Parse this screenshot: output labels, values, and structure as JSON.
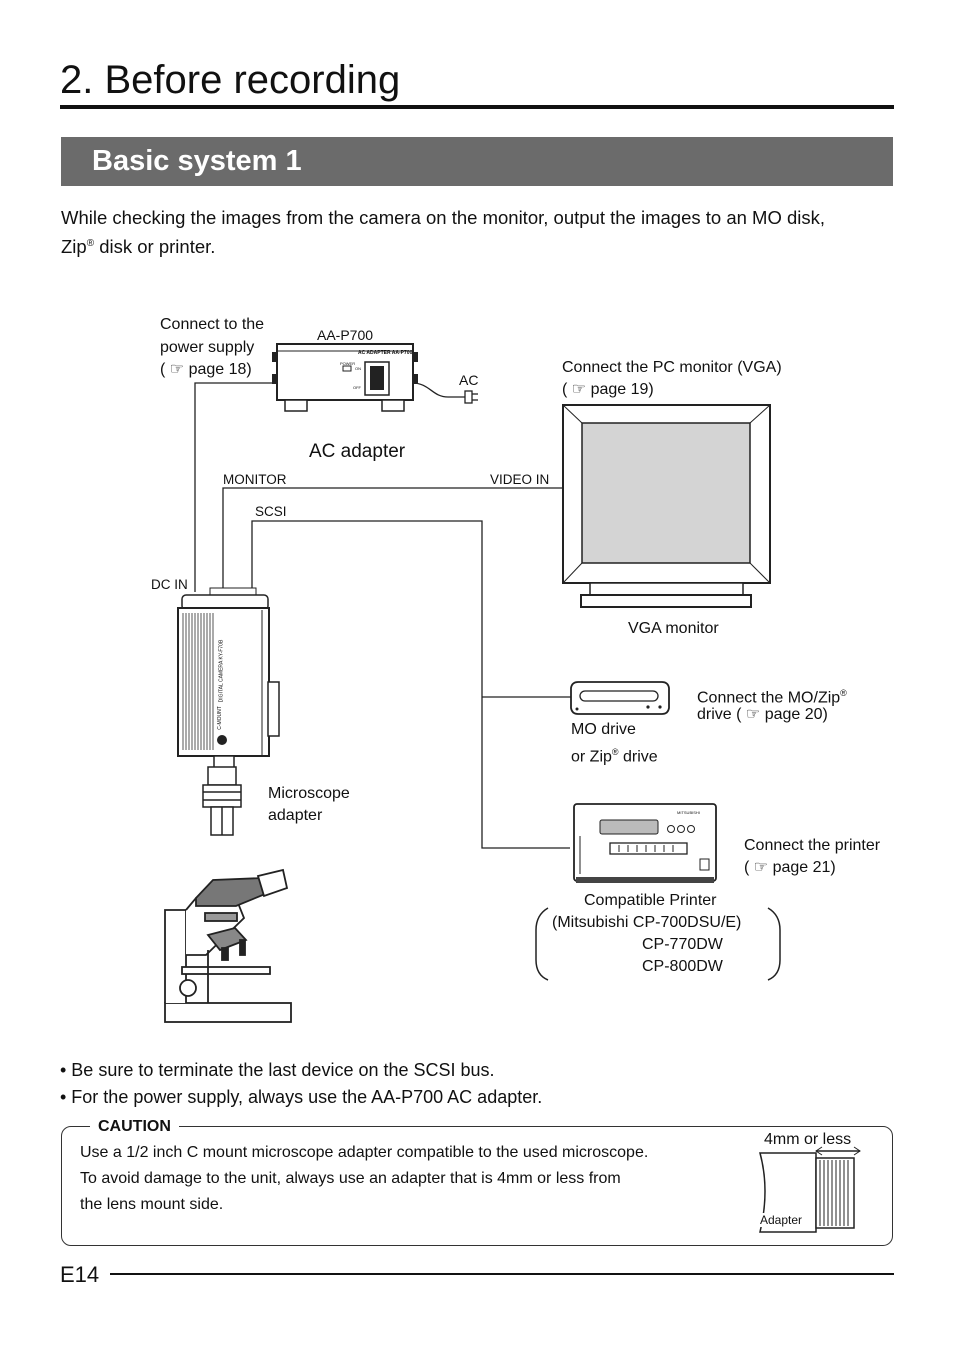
{
  "header": {
    "page_title": "2. Before recording",
    "section_title": "Basic system 1"
  },
  "intro": {
    "line1": "While checking the images from the camera on the monitor, output the images to an MO disk,",
    "line2_a": "Zip",
    "line2_reg": "®",
    "line2_b": " disk or printer."
  },
  "diagram": {
    "power_line1": "Connect to the",
    "power_line2": "power supply",
    "power_line3": "( ☞ page 18)",
    "adapter_model": "AA-P700",
    "adapter_panel_text": "AC ADAPTER AA-P700",
    "adapter_power": "POWER",
    "adapter_on": "ON",
    "adapter_off": "OFF",
    "ac_label": "AC",
    "ac_adapter": "AC adapter",
    "monitor_port": "MONITOR",
    "video_in": "VIDEO IN",
    "scsi": "SCSI",
    "dc_in": "DC IN",
    "camera_text": "DIGITAL CAMERA KY-F70B",
    "camera_mount": "C-MOUNT",
    "monitor_line1": "Connect the PC monitor (VGA)",
    "monitor_line2": "( ☞ page 19)",
    "vga_monitor": "VGA monitor",
    "mo_line1_a": "Connect the MO/Zip",
    "mo_line1_reg": "®",
    "mo_line2": "drive ( ☞ page 20)",
    "mo_drive_line1": "MO drive",
    "mo_drive_line2_a": "or Zip",
    "mo_drive_line2_reg": "®",
    "mo_drive_line2_b": " drive",
    "microscope_line1": "Microscope",
    "microscope_line2": "adapter",
    "printer_line1": "Connect the printer",
    "printer_line2": "( ☞ page 21)",
    "printer_brand": "MITSUBISHI",
    "compat_line1": "Compatible Printer",
    "compat_line2": "(Mitsubishi CP-700DSU/E)",
    "compat_line3": "CP-770DW",
    "compat_line4": "CP-800DW"
  },
  "notes": {
    "bullet1": "• Be sure to terminate the last device on the SCSI bus.",
    "bullet2": "• For the power supply, always use the AA-P700 AC adapter."
  },
  "caution": {
    "label": "CAUTION",
    "line1": "Use a 1/2 inch C mount microscope adapter compatible to the used microscope.",
    "line2": "To avoid damage to the unit, always use an adapter that is 4mm or less from",
    "line3": "the lens mount side.",
    "dim_label": "4mm or less",
    "adapter_label": "Adapter"
  },
  "footer": {
    "page_number": "E14"
  }
}
